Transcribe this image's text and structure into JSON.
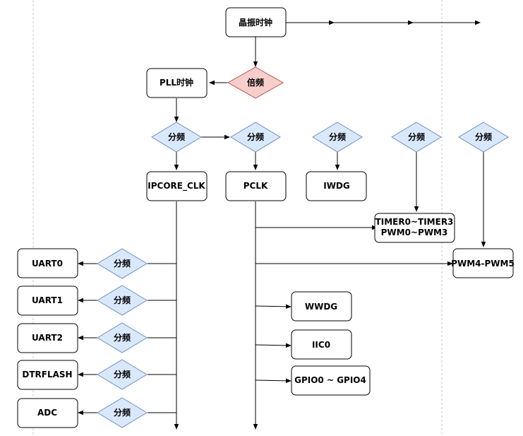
{
  "diagram": {
    "nodes": {
      "crystal": "晶振时钟",
      "multiplier": "倍频",
      "pll": "PLL时钟",
      "div_pll_a": "分频",
      "div_pll_b": "分频",
      "div_iwdg": "分频",
      "div_timer": "分频",
      "div_pwm45": "分频",
      "ipcore_clk": "IPCORE_CLK",
      "pclk": "PCLK",
      "iwdg": "IWDG",
      "timer_line1": "TIMER0~TIMER3",
      "timer_line2": "PWM0~PWM3",
      "pwm45": "PWM4-PWM5",
      "wwdg": "WWDG",
      "iic0": "IIC0",
      "gpio": "GPIO0 ~ GPIO4",
      "uart0": "UART0",
      "uart1": "UART1",
      "uart2": "UART2",
      "dtrflash": "DTRFLASH",
      "adc": "ADC",
      "div_uart0": "分频",
      "div_uart1": "分频",
      "div_uart2": "分频",
      "div_dtrflash": "分频",
      "div_adc": "分频"
    },
    "colors": {
      "divider_fill": "#dae8fc",
      "divider_stroke": "#6c8ebf",
      "multiplier_fill": "#f8cecc",
      "multiplier_stroke": "#b85450"
    }
  }
}
